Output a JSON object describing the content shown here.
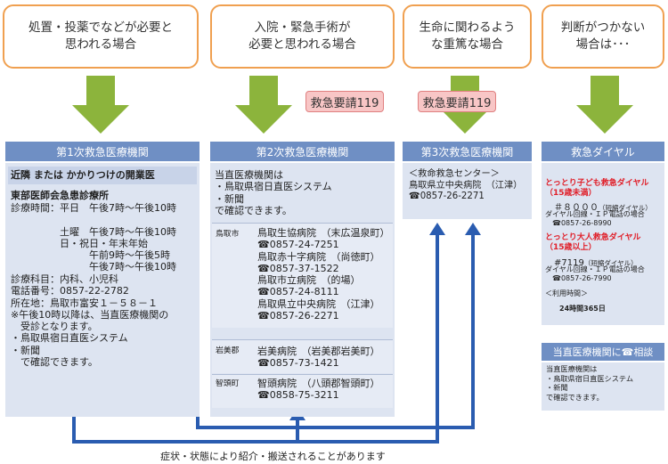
{
  "conditions": [
    "処置・投薬でなどが必要と\n思われる場合",
    "入院・緊急手術が\n必要と思われる場合",
    "生命に関わるよう\nな重篤な場合",
    "判断がつかない\n場合は･･･"
  ],
  "request_labels": [
    "救急要請119",
    "救急要請119"
  ],
  "col1": {
    "header": "第1次救急医療機関",
    "subheader": "近隣 または かかりつけの開業医",
    "clinic_name": "東部医師会急患診療所",
    "hours": "診療時間：平日　午後7時〜午後10時\n\n　　　　　土曜　午後7時〜午後10時\n　　　　　日・祝日・年末年始\n　　　　　　　　午前9時〜午後5時\n　　　　　　　　午後7時〜午後10時",
    "details": "診療科目：内科、小児科\n電話番号：0857-22-2782\n所在地：鳥取市富安１－５８－１\n※午後10時以降は、当直医療機関の\n　受診となります。\n・鳥取県宿日直医システム\n・新聞\n　で確認できます。"
  },
  "col2": {
    "header": "第2次救急医療機関",
    "intro": "当直医療機関は\n・鳥取県宿日直医システム\n・新聞\nで確認できます。",
    "areas": [
      {
        "area": "鳥取市",
        "hospitals": "鳥取生協病院　（末広温泉町）\n☎0857-24-7251\n鳥取赤十字病院　（尚徳町）\n☎0857-37-1522\n鳥取市立病院　（的場）\n☎0857-24-8111\n鳥取県立中央病院　（江津）\n☎0857-26-2271"
      },
      {
        "area": "岩美郡",
        "hospitals": "岩美病院　（岩美郡岩美町）\n☎0857-73-1421"
      },
      {
        "area": "智頭町",
        "hospitals": "智頭病院　（八頭郡智頭町）\n☎0858-75-3211"
      }
    ]
  },
  "col3": {
    "header": "第3次救急医療機関",
    "body": "＜救命救急センター＞\n鳥取県立中央病院　（江津）\n☎0857-26-2271"
  },
  "col4": {
    "header": "救急ダイヤル",
    "child_title": "とっとり子ども救急ダイヤル\n（15歳未満）",
    "child_num": "　＃８０００",
    "child_num_note": "（短縮ダイヤル）",
    "child_details": "ダイヤル回線・ＩＰ電話の場合\n　☎0857-26-8990",
    "adult_title": "とっとり大人救急ダイヤル\n（15歳以上）",
    "adult_num": "　#7119",
    "adult_num_note": "（短縮ダイヤル）",
    "adult_details": "ダイヤル回線・ＩＰ電話の場合\n　☎0857-26-7990",
    "hours_label": "＜利用時間＞",
    "hours": "24時間365日",
    "consult_header": "当直医療機関に☎相談",
    "consult_body": "当直医療機関は\n・鳥取県宿日直医システム\n・新聞\nで確認できます。"
  },
  "bottom_note": "症状・状態により紹介・搬送されることがあります",
  "colors": {
    "header": "#6f8fc4",
    "panel": "#dde4f1",
    "arrow_green": "#8cb43c",
    "arrow_blue": "#2a5cb0",
    "accent_red": "#e0202a"
  }
}
